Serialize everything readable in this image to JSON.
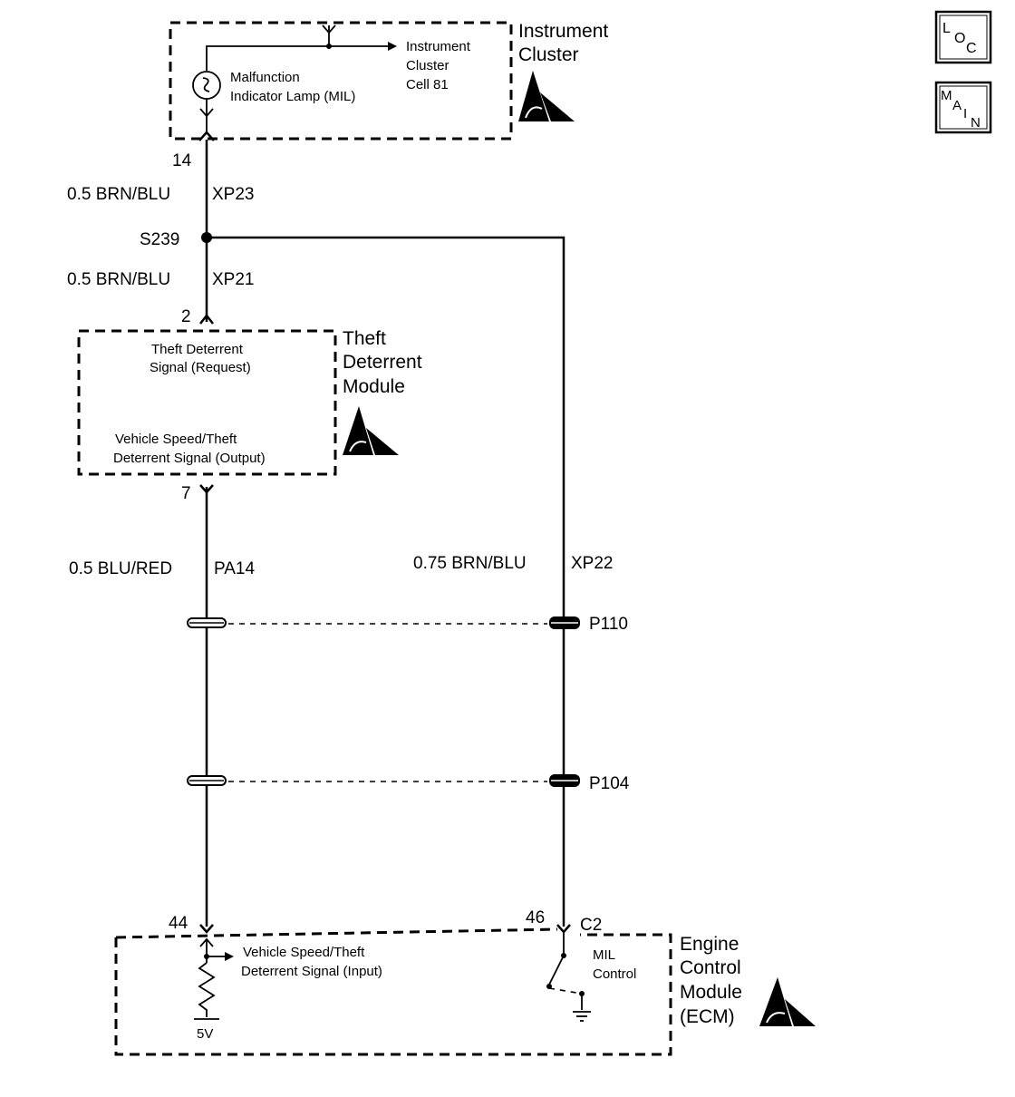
{
  "nav": {
    "loc": [
      "L",
      "O",
      "C"
    ],
    "main": [
      "M",
      "A",
      "I",
      "N"
    ]
  },
  "instrument_cluster": {
    "name_line1": "Instrument",
    "name_line2": "Cluster",
    "lamp_label_line1": "Malfunction",
    "lamp_label_line2": "Indicator Lamp (MIL)",
    "ref_line1": "Instrument",
    "ref_line2": "Cluster",
    "ref_line3": "Cell 81",
    "pin": "14"
  },
  "wires": {
    "xp23": {
      "gauge_color": "0.5 BRN/BLU",
      "circuit": "XP23"
    },
    "xp21": {
      "gauge_color": "0.5 BRN/BLU",
      "circuit": "XP21"
    },
    "pa14": {
      "gauge_color": "0.5 BLU/RED",
      "circuit": "PA14"
    },
    "xp22": {
      "gauge_color": "0.75 BRN/BLU",
      "circuit": "XP22"
    }
  },
  "splice": "S239",
  "theft_module": {
    "name_line1": "Theft",
    "name_line2": "Deterrent",
    "name_line3": "Module",
    "signal_request_line1": "Theft  Deterrent",
    "signal_request_line2": "Signal (Request)",
    "signal_output_line1": "Vehicle Speed/Theft",
    "signal_output_line2": "Deterrent Signal (Output)",
    "pin_top": "2",
    "pin_bottom": "7"
  },
  "connectors": {
    "p110": "P110",
    "p104": "P104"
  },
  "ecm": {
    "name_line1": "Engine",
    "name_line2": "Control",
    "name_line3": "Module",
    "name_line4": "(ECM)",
    "pin_left": "44",
    "pin_right": "46",
    "connector": "C2",
    "input_line1": "Vehicle Speed/Theft",
    "input_line2": "Deterrent Signal (Input)",
    "voltage": "5V",
    "mil_line1": "MIL",
    "mil_line2": "Control"
  }
}
